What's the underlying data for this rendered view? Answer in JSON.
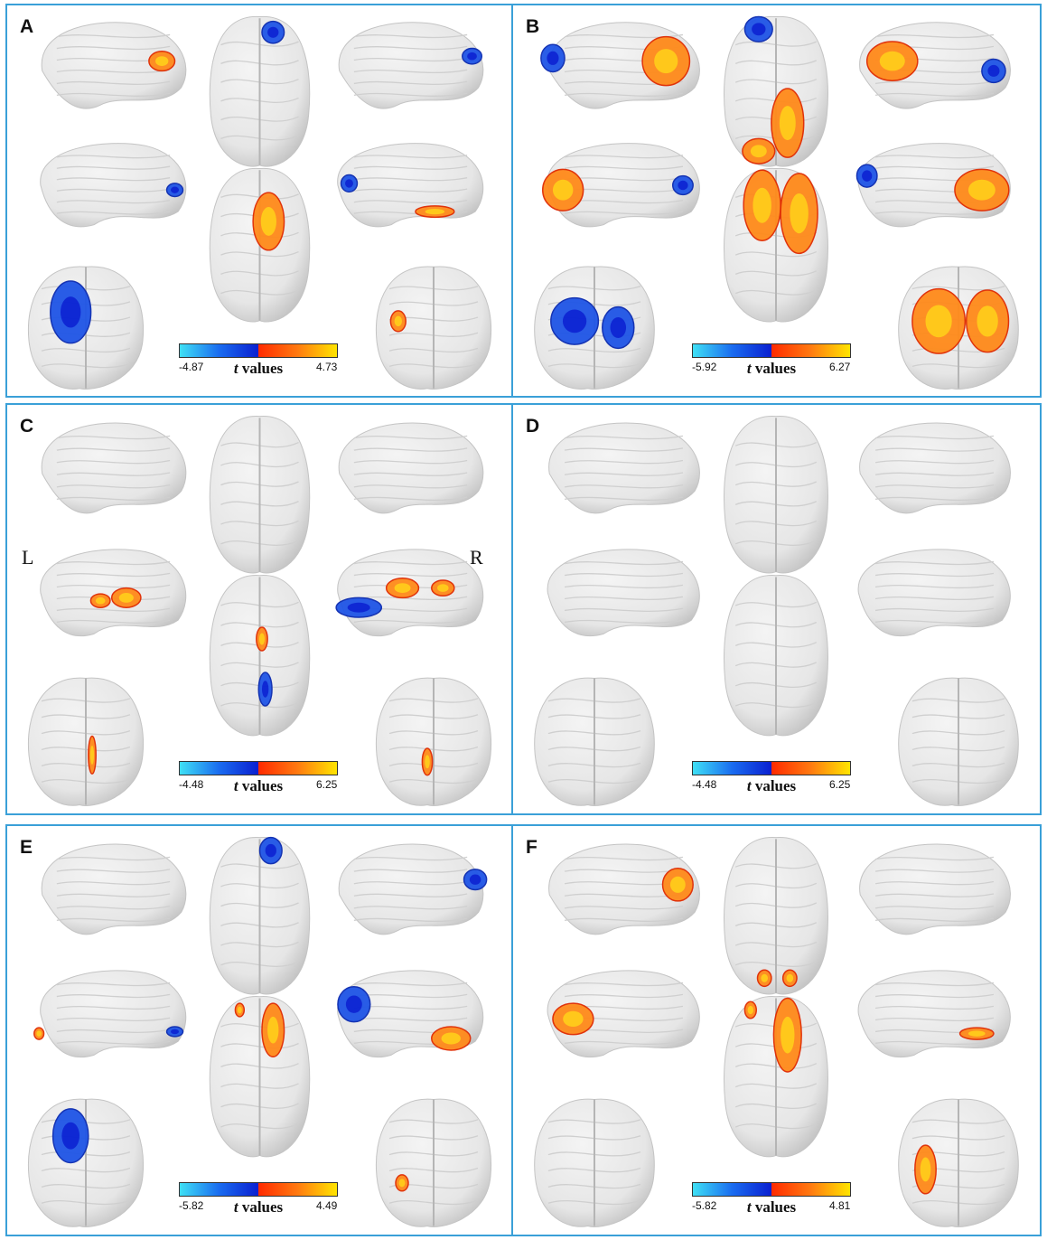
{
  "panels": [
    {
      "letter": "A",
      "t_min": "-4.87",
      "t_max": "4.73",
      "t_label": "values",
      "t_symbol": "t"
    },
    {
      "letter": "B",
      "t_min": "-5.92",
      "t_max": "6.27",
      "t_label": "values",
      "t_symbol": "t"
    },
    {
      "letter": "C",
      "t_min": "-4.48",
      "t_max": "6.25",
      "t_label": "values",
      "t_symbol": "t",
      "left_label": "L",
      "right_label": "R"
    },
    {
      "letter": "D",
      "t_min": "-4.48",
      "t_max": "6.25",
      "t_label": "values",
      "t_symbol": "t"
    },
    {
      "letter": "E",
      "t_min": "-5.82",
      "t_max": "4.49",
      "t_label": "values",
      "t_symbol": "t"
    },
    {
      "letter": "F",
      "t_min": "-5.82",
      "t_max": "4.81",
      "t_label": "values",
      "t_symbol": "t"
    }
  ],
  "colors": {
    "frame": "#3aa0d8",
    "brain_fill": "#e6e6e6",
    "brain_shade": "#bdbdbd",
    "negative_low": "#3fe0f5",
    "negative_high": "#0a1fd0",
    "positive_low": "#ff2a00",
    "positive_high": "#ffe500"
  }
}
